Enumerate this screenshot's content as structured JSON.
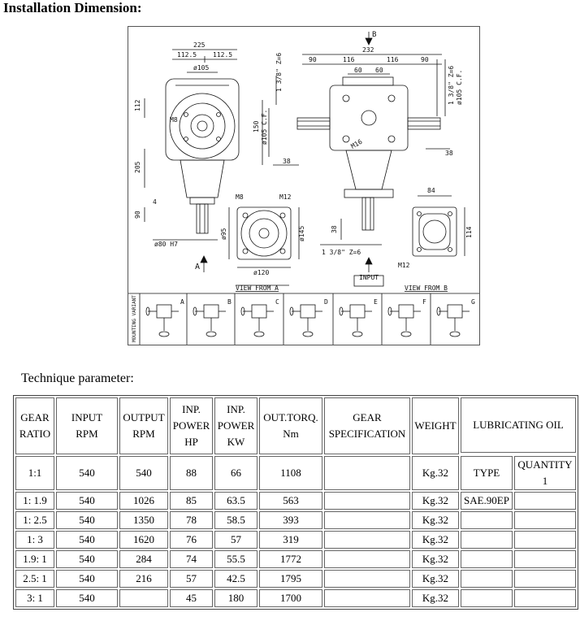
{
  "heading": "Installation Dimension:",
  "drawing": {
    "dims": {
      "d225": "225",
      "d112_5_left": "112.5",
      "d112_5_right": "112.5",
      "phi105": "ø105",
      "m8_front": "M8",
      "d112": "112",
      "d205": "205",
      "d90": "90",
      "d4": "4",
      "phi80": "ø80 H7",
      "d150": "150",
      "phi105cf": "ø105 C.F.",
      "shaft_left": "1 3/8\" Z=6",
      "d38_mid": "38",
      "d232": "232",
      "d90_left": "90",
      "d116_left": "116",
      "d116_right": "116",
      "d90_right": "90",
      "d60_left": "60",
      "d60_right": "60",
      "m16": "M16",
      "shaft_right": "1 3/8\" Z=6",
      "phi105cf_right": "ø105 C.F.",
      "d38_right": "38",
      "m8_view": "M8",
      "m12_view": "M12",
      "phi95": "ø95",
      "phi145": "ø145",
      "phi120": "ø120",
      "d38_bottom": "38",
      "shaft_bottom": "1 3/8\" Z=6",
      "d84": "84",
      "d114": "114",
      "m12_flange": "M12",
      "arrow_a": "A",
      "arrow_b": "B",
      "view_a": "VIEW FROM A",
      "input": "INPUT",
      "view_b": "VIEW FROM B",
      "mounting": "MOUNTING VARIANT",
      "variants": [
        "A",
        "B",
        "C",
        "D",
        "E",
        "F",
        "G"
      ]
    }
  },
  "subheading": "Technique parameter:",
  "table": {
    "headers": {
      "gear_ratio": [
        "GEAR",
        "RATIO"
      ],
      "input_rpm": [
        "INPUT",
        "RPM"
      ],
      "output_rpm": [
        "OUTPUT",
        "RPM"
      ],
      "inp_power_hp": [
        "INP.",
        "POWER",
        "HP"
      ],
      "inp_power_kw": [
        "INP.",
        "POWER",
        "KW"
      ],
      "out_torq": [
        "OUT.TORQ.",
        "Nm"
      ],
      "gear_spec": [
        "GEAR",
        "SPECIFICATION"
      ],
      "weight": "WEIGHT",
      "lubricating_oil": "LUBRICATING OIL",
      "type": "TYPE",
      "quantity": [
        "QUANTITY",
        "1"
      ]
    },
    "rows": [
      {
        "ratio": "1:1",
        "input": "540",
        "output": "540",
        "hp": "88",
        "kw": "66",
        "torq": "1108",
        "spec": "",
        "weight": "Kg.32",
        "type": "",
        "qty": ""
      },
      {
        "ratio": "1: 1.9",
        "input": "540",
        "output": "1026",
        "hp": "85",
        "kw": "63.5",
        "torq": "563",
        "spec": "",
        "weight": "Kg.32",
        "type": "SAE.90EP",
        "qty": ""
      },
      {
        "ratio": "1: 2.5",
        "input": "540",
        "output": "1350",
        "hp": "78",
        "kw": "58.5",
        "torq": "393",
        "spec": "",
        "weight": "Kg.32",
        "type": "",
        "qty": ""
      },
      {
        "ratio": "1: 3",
        "input": "540",
        "output": "1620",
        "hp": "76",
        "kw": "57",
        "torq": "319",
        "spec": "",
        "weight": "Kg.32",
        "type": "",
        "qty": ""
      },
      {
        "ratio": "1.9: 1",
        "input": "540",
        "output": "284",
        "hp": "74",
        "kw": "55.5",
        "torq": "1772",
        "spec": "",
        "weight": "Kg.32",
        "type": "",
        "qty": ""
      },
      {
        "ratio": "2.5: 1",
        "input": "540",
        "output": "216",
        "hp": "57",
        "kw": "42.5",
        "torq": "1795",
        "spec": "",
        "weight": "Kg.32",
        "type": "",
        "qty": ""
      },
      {
        "ratio": "3: 1",
        "input": "540",
        "output": "",
        "hp": "45",
        "kw": "180",
        "torq": "1700",
        "spec": "",
        "weight": "Kg.32",
        "type": "",
        "qty": ""
      }
    ]
  }
}
